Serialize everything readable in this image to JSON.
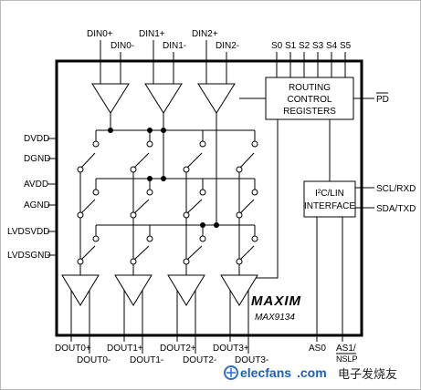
{
  "inputs": [
    {
      "pos": "DIN0+",
      "neg": "DIN0-"
    },
    {
      "pos": "DIN1+",
      "neg": "DIN1-"
    },
    {
      "pos": "DIN2+",
      "neg": "DIN2-"
    }
  ],
  "select_pins": [
    "S0",
    "S1",
    "S2",
    "S3",
    "S4",
    "S5"
  ],
  "routing_block": {
    "line1": "ROUTING",
    "line2": "CONTROL",
    "line3": "REGISTERS"
  },
  "pd_pin": "PD",
  "supply_pins": [
    "DVDD",
    "DGND",
    "AVDD",
    "AGND",
    "LVDSVDD",
    "LVDSGND"
  ],
  "i2c_block": {
    "line1": "I²C/LIN",
    "line2": "INTERFACE"
  },
  "i2c_pins": [
    "SCL/RXD",
    "SDA/TXD"
  ],
  "logo": "MAXIM",
  "part_number": "MAX9134",
  "outputs": [
    {
      "pos": "DOUT0+",
      "neg": "DOUT0-"
    },
    {
      "pos": "DOUT1+",
      "neg": "DOUT1-"
    },
    {
      "pos": "DOUT2+",
      "neg": "DOUT2-"
    },
    {
      "pos": "DOUT3+",
      "neg": "DOUT3-"
    }
  ],
  "address_pins": [
    "AS0",
    "AS1/",
    "NSLP"
  ],
  "watermark": {
    "site": "elecfans",
    "domain": ".com",
    "cn": "电子发烧友"
  }
}
